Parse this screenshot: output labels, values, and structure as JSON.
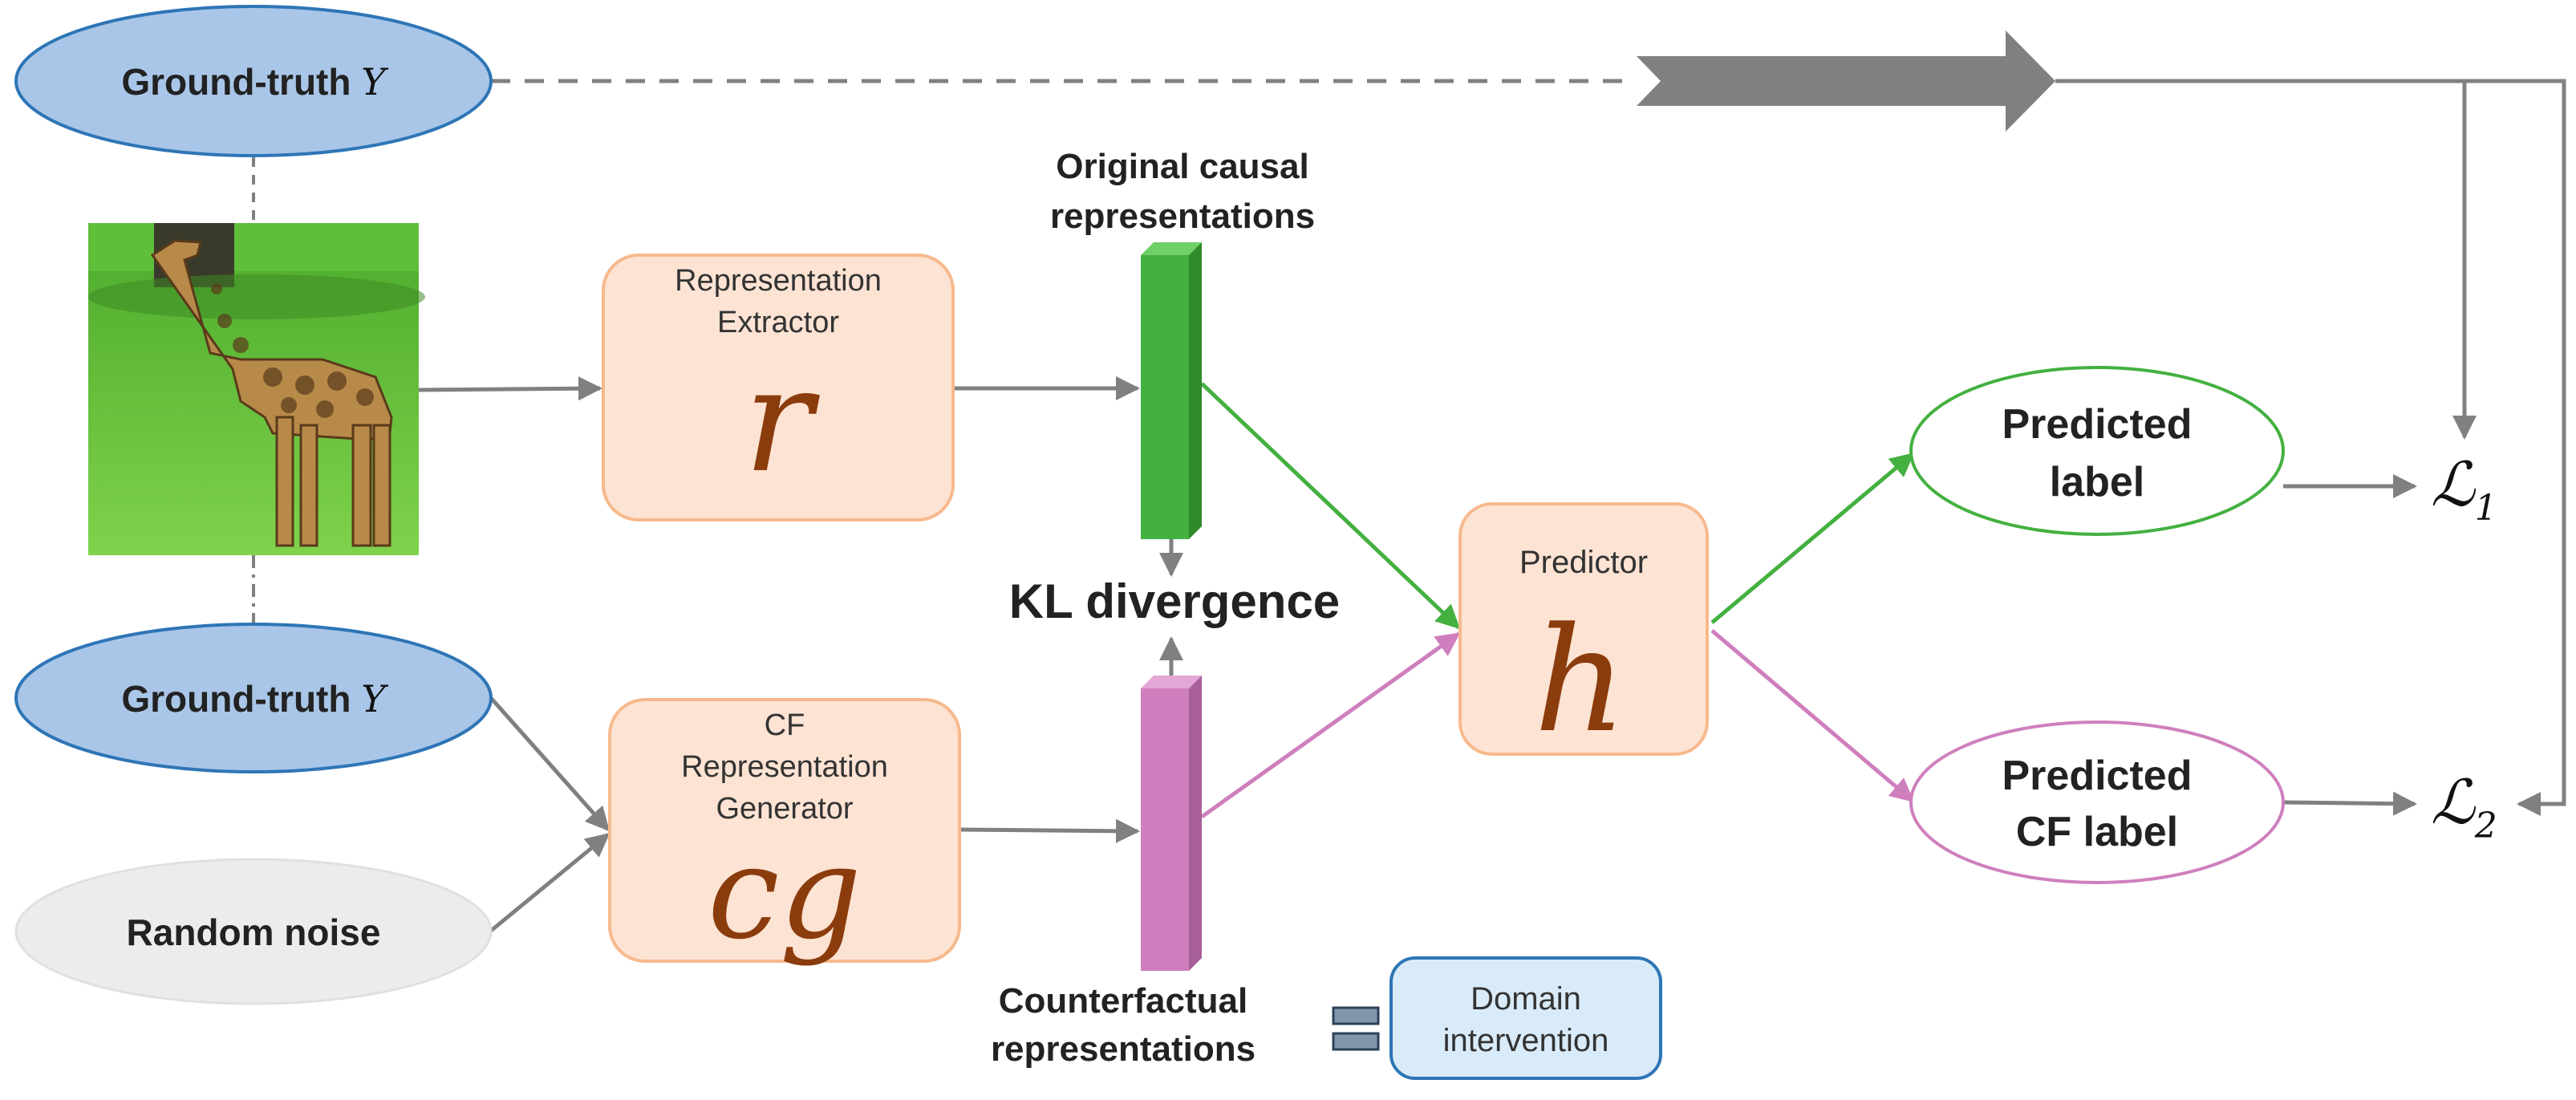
{
  "ground_truth_top": {
    "text": "Ground-truth ",
    "var": "Y"
  },
  "ground_truth_bottom": {
    "text": "Ground-truth ",
    "var": "Y"
  },
  "random_noise": "Random noise",
  "image": {
    "description": "giraffe"
  },
  "extractor": {
    "line1": "Representation",
    "line2": "Extractor",
    "symbol": "r"
  },
  "generator": {
    "line1": "CF",
    "line2": "Representation",
    "line3": "Generator",
    "symbol": "cg"
  },
  "original_repr": {
    "line1": "Original causal",
    "line2": "representations"
  },
  "cf_repr": {
    "line1": "Counterfactual",
    "line2": "representations"
  },
  "kl": "KL divergence",
  "predictor": {
    "title": "Predictor",
    "symbol": "h"
  },
  "predicted_label": {
    "line1": "Predicted",
    "line2": "label"
  },
  "predicted_cf_label": {
    "line1": "Predicted",
    "line2": "CF label"
  },
  "loss1": {
    "symbol": "ℒ",
    "sub": "1"
  },
  "loss2": {
    "symbol": "ℒ",
    "sub": "2"
  },
  "domain_intervention": {
    "line1": "Domain",
    "line2": "intervention"
  },
  "colors": {
    "blue_fill": "#a9c6e8",
    "blue_stroke": "#2e75b6",
    "peach_fill": "#fde3d3",
    "peach_stroke": "#f7b98c",
    "green": "#44b040",
    "pink": "#cf7fbd",
    "gray_arrow": "#808080",
    "noise_fill": "#ececec",
    "domain_fill": "#d9ebf8",
    "domain_stroke": "#2e75b6"
  }
}
